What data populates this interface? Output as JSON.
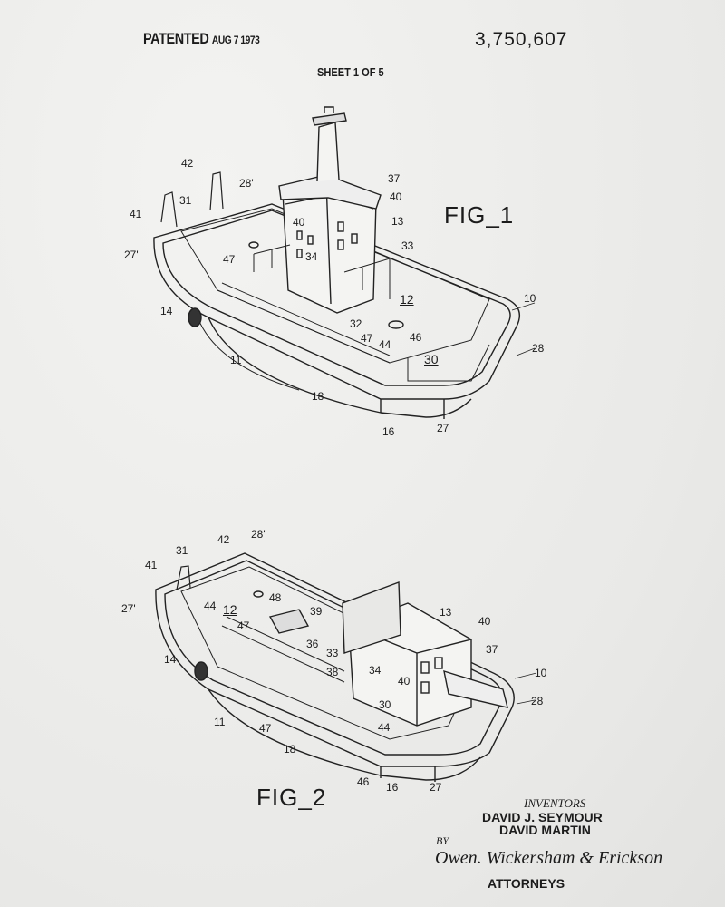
{
  "header": {
    "patented": "PATENTED",
    "date": "AUG 7 1973",
    "patent_number": "3,750,607",
    "sheet": "SHEET 1 OF 5"
  },
  "fig1": {
    "title": "FIG_1",
    "labels": [
      "42",
      "28'",
      "31",
      "41",
      "37",
      "40",
      "40",
      "13",
      "27'",
      "33",
      "34",
      "47",
      "12",
      "10",
      "14",
      "32",
      "47",
      "44",
      "46",
      "30",
      "28",
      "11",
      "18",
      "16",
      "27"
    ]
  },
  "fig2": {
    "title": "FIG_2",
    "labels": [
      "42",
      "28'",
      "31",
      "41",
      "27'",
      "44",
      "12",
      "48",
      "39",
      "13",
      "40",
      "47",
      "36",
      "33",
      "37",
      "34",
      "40",
      "38",
      "14",
      "10",
      "28",
      "30",
      "44",
      "11",
      "47",
      "18",
      "46",
      "16",
      "27"
    ]
  },
  "footer": {
    "inventors_heading": "INVENTORS",
    "inventor_1": "DAVID J. SEYMOUR",
    "inventor_2": "DAVID MARTIN",
    "by": "BY",
    "signature": "Owen. Wickersham & Erickson",
    "attorneys": "ATTORNEYS"
  }
}
